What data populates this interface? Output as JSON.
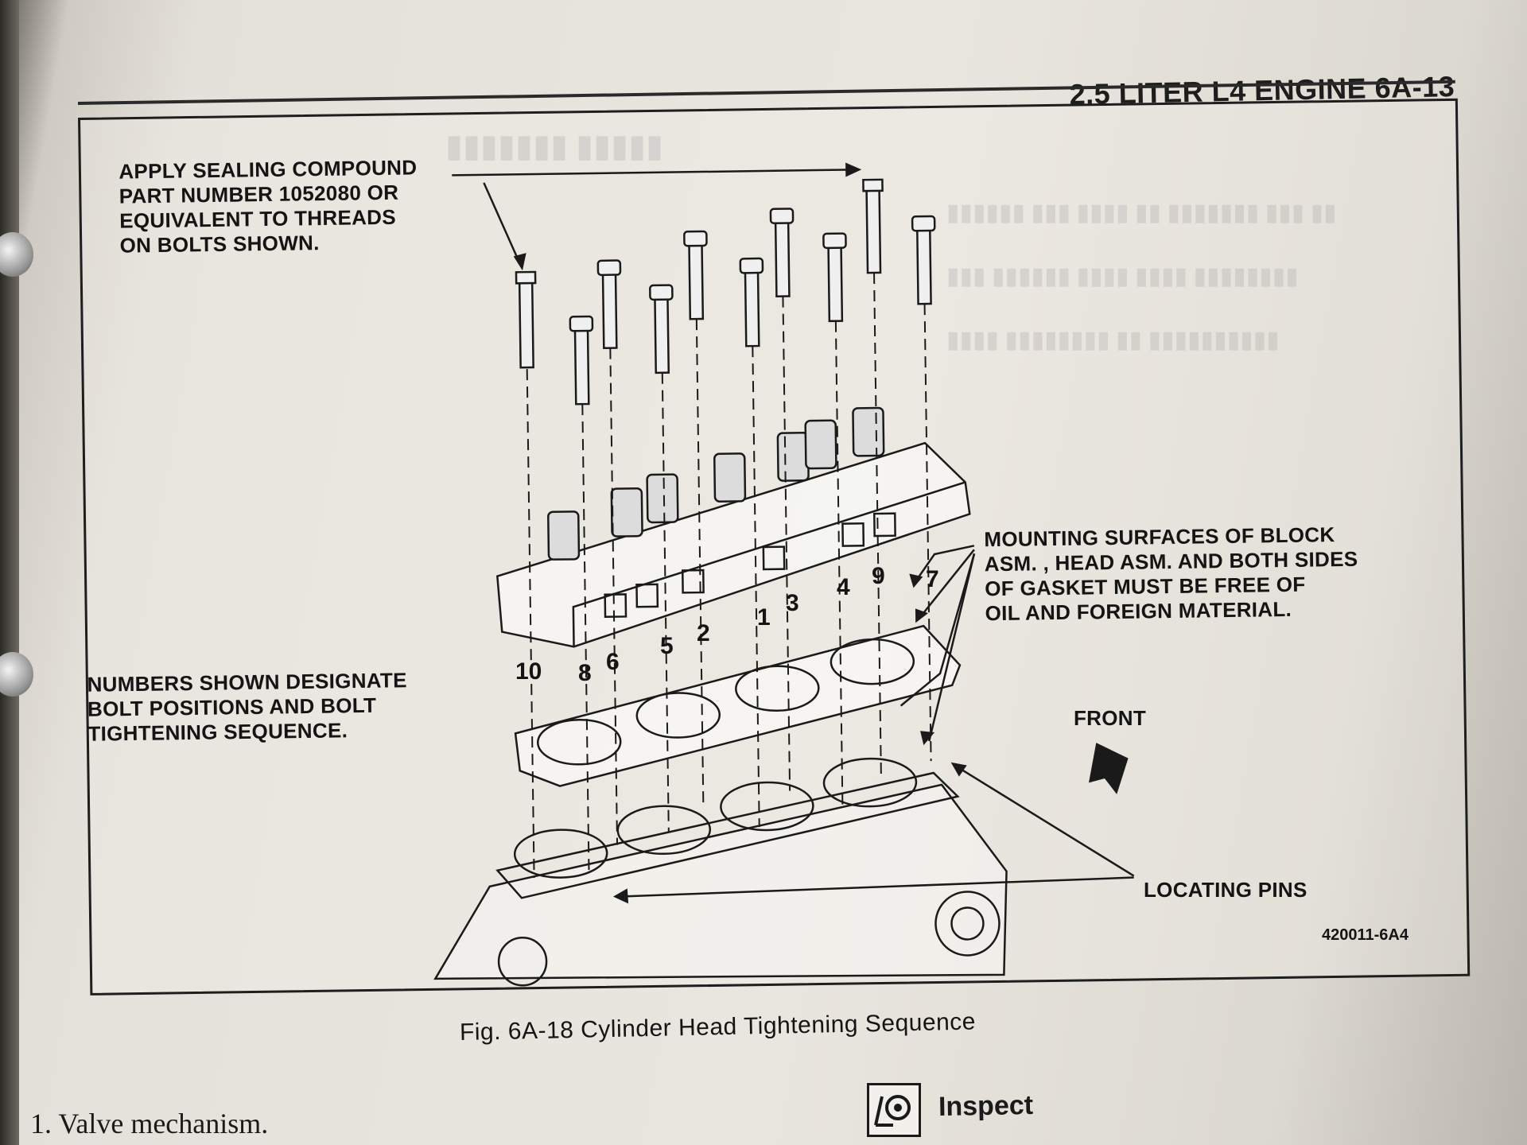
{
  "header": {
    "section_title": "2.5 LITER L4 ENGINE  6A-13"
  },
  "figure": {
    "callouts": {
      "sealing_compound": [
        "APPLY SEALING COMPOUND",
        "PART NUMBER 1052080 OR",
        "EQUIVALENT TO THREADS",
        "ON BOLTS SHOWN."
      ],
      "mounting_surfaces": [
        "MOUNTING SURFACES OF BLOCK",
        "ASM. , HEAD ASM. AND BOTH SIDES",
        "OF GASKET MUST BE FREE OF",
        "OIL AND FOREIGN MATERIAL."
      ],
      "numbers_shown": [
        "NUMBERS SHOWN DESIGNATE",
        "BOLT POSITIONS AND BOLT",
        "TIGHTENING SEQUENCE."
      ],
      "front": "FRONT",
      "locating_pins": "LOCATING PINS"
    },
    "bolt_numbers": [
      "10",
      "8",
      "6",
      "5",
      "2",
      "1",
      "3",
      "4",
      "9",
      "7"
    ],
    "figure_code": "420011-6A4",
    "caption": "Fig. 6A-18 Cylinder Head Tightening Sequence"
  },
  "footer": {
    "list_item": "1.   Valve mechanism.",
    "inspect_label": "Inspect",
    "inspect_icon": "magnifier-eye-icon"
  }
}
